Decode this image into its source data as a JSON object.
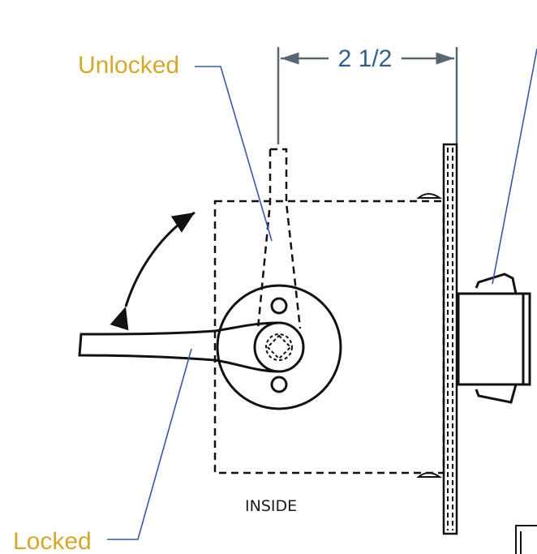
{
  "labels": {
    "unlocked": "Unlocked",
    "locked": "Locked",
    "dimension": "2 1/2",
    "inside": "INSIDE"
  },
  "colors": {
    "callout_state": "#d4a82c",
    "callout_dimension": "#2e5f8f",
    "leader_line": "#3a56a8",
    "drawing_ink": "#111111"
  }
}
